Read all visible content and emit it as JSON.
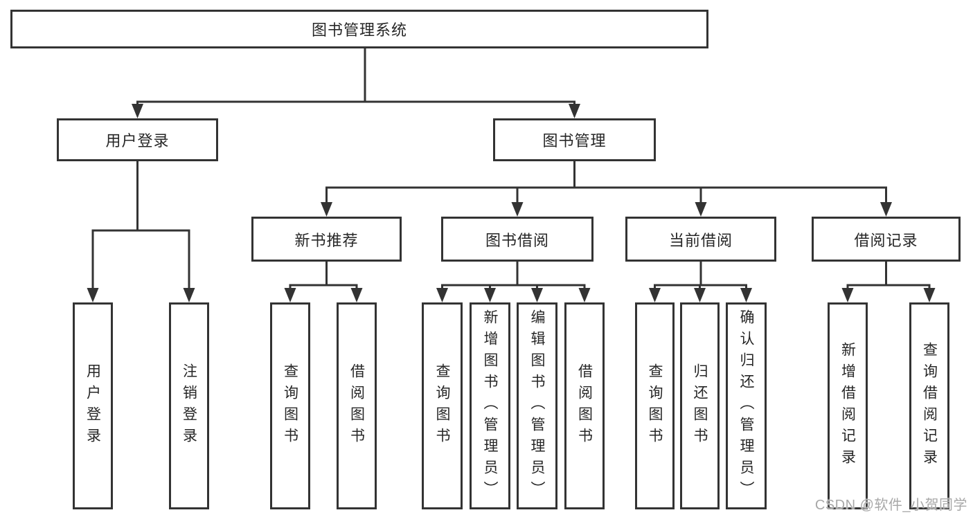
{
  "colors": {
    "line": "#333333",
    "box_border": "#333333",
    "box_fill": "#ffffff",
    "text": "#262626",
    "watermark": "#a8a8a8",
    "background": "#ffffff"
  },
  "watermark": {
    "text": "CSDN @软件_小贺同学"
  },
  "tree": {
    "label": "图书管理系统",
    "children": [
      {
        "label": "用户登录",
        "children": [
          {
            "label": "用户登录"
          },
          {
            "label": "注销登录"
          }
        ]
      },
      {
        "label": "图书管理",
        "children": [
          {
            "label": "新书推荐",
            "children": [
              {
                "label": "查询图书"
              },
              {
                "label": "借阅图书"
              }
            ]
          },
          {
            "label": "图书借阅",
            "children": [
              {
                "label": "查询图书"
              },
              {
                "label": "新增图书（管理员）"
              },
              {
                "label": "编辑图书（管理员）"
              },
              {
                "label": "借阅图书"
              }
            ]
          },
          {
            "label": "当前借阅",
            "children": [
              {
                "label": "查询图书"
              },
              {
                "label": "归还图书"
              },
              {
                "label": "确认归还（管理员）"
              }
            ]
          },
          {
            "label": "借阅记录",
            "children": [
              {
                "label": "新增借阅记录"
              },
              {
                "label": "查询借阅记录"
              }
            ]
          }
        ]
      }
    ]
  }
}
